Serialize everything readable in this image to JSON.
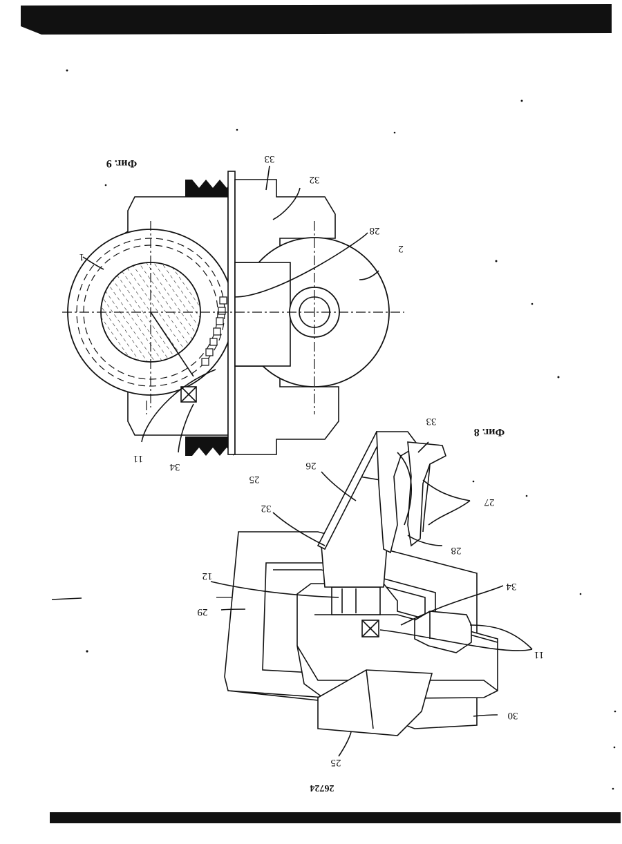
{
  "document": {
    "orientation": "rotated-180",
    "page_number": "26724",
    "figures": [
      {
        "caption": "Фиг. 9",
        "labels": [
          "1",
          "2",
          "28",
          "32",
          "33",
          "11",
          "34",
          "25"
        ]
      },
      {
        "caption": "Фиг. 8",
        "labels": [
          "33",
          "27",
          "26",
          "28",
          "32",
          "12",
          "34",
          "29",
          "11",
          "30",
          "25"
        ]
      }
    ],
    "colors": {
      "ink": "#111111",
      "paper": "#ffffff"
    }
  }
}
